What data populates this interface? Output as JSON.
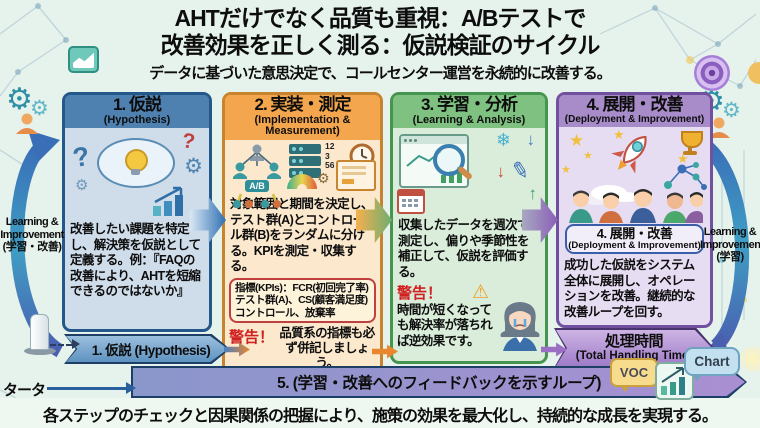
{
  "header": {
    "title_line1": "AHTだけでなく品質も重視：A/Bテストで",
    "title_line2": "改善効果を正しく測る：仮説検証のサイクル",
    "subtitle": "データに基づいた意思決定で、コールセンター運営を永続的に改善する。"
  },
  "steps": [
    {
      "title": "1. 仮説",
      "subtitle": "(Hypothesis)",
      "body": "改善したい課題を特定し、解決策を仮説として定義する。例：『FAQの改善により、AHTを短縮できるのではないか』",
      "banner": "1. 仮説 (Hypothesis)",
      "colors": {
        "header": "#4e81af",
        "body": "#cfdce9",
        "border": "#24578a"
      }
    },
    {
      "title": "2. 実装・測定",
      "subtitle": "(Implementation & Measurement)",
      "body": "対象範囲と期間を決定し、テスト群(A)とコントロール群(B)をランダムに分ける。KPIを測定・収集する。",
      "kpi_box": "指標(KPIs)：FCR(初回完了率) テスト群(A)、CS(顧客満足度) コントロール、放棄率",
      "warning_label": "警告！",
      "warning_text": "品質系の指標も必ず併記しましょう。",
      "ab_badge": "A/B",
      "icon_numbers": "12 3 56",
      "colors": {
        "header": "#f3a64d",
        "body": "#fbe8cd",
        "border": "#c8832f"
      }
    },
    {
      "title": "3. 学習・分析",
      "subtitle": "(Learning & Analysis)",
      "body": "収集したデータを週次で測定し、偏りや季節性を補正して、仮説を評価する。",
      "warning_label": "警告！",
      "warning_text": "時間が短くなっても解決率が落ちれば逆効果です。",
      "colors": {
        "header": "#7fc180",
        "body": "#d9edda",
        "border": "#46954e"
      }
    },
    {
      "title": "4. 展開・改善",
      "subtitle": "(Deployment & Improvement)",
      "badge_title": "4. 展開・改善",
      "badge_subtitle": "(Deployment & Improvement)",
      "body": "成功した仮説をシステム全体に展開し、オペレーションを改善。継続的な改善ループを回す。",
      "banner_line1": "処理時間",
      "banner_line2": "(Total Handling Time)",
      "colors": {
        "header": "#a78cc9",
        "body": "#e7ddf3",
        "border": "#71519f"
      }
    }
  ],
  "loop": {
    "left_label_line1": "Learning &",
    "left_label_line2": "Improvement",
    "left_label_line3": "(学習・改善)",
    "right_label_line1": "Learning &",
    "right_label_line2": "Improvement",
    "right_label_line3": "(学習)",
    "data_source_label": "タータ",
    "feedback_banner": "5. (学習・改善へのフィードバックを示すループ)",
    "voc_label": "VOC",
    "chart_label": "Chart",
    "warning_icon": "⚠"
  },
  "footer": {
    "text": "各ステップのチェックと因果関係の把握により、施策の効果を最大化し、持続的な成長を実現する。"
  }
}
